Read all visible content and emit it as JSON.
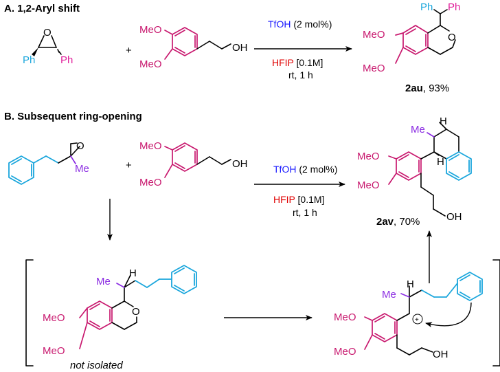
{
  "section_a": {
    "title": "A. 1,2-Aryl shift",
    "epoxide": {
      "ph_left": "Ph",
      "ph_right": "Ph",
      "o": "O"
    },
    "plus": "+",
    "alcohol": {
      "meo_top": "MeO",
      "meo_bottom": "MeO",
      "oh": "OH"
    },
    "conditions": {
      "catalyst": "TfOH",
      "catalyst_loading": "(2 mol%)",
      "solvent": "HFIP",
      "concentration": "[0.1M]",
      "temp_time": "rt, 1 h"
    },
    "product": {
      "ph_left": "Ph",
      "ph_right": "Ph",
      "meo_top": "MeO",
      "meo_bottom": "MeO",
      "o": "O",
      "label": "2au",
      "yield": ", 93%"
    }
  },
  "section_b": {
    "title": "B. Subsequent ring-opening",
    "epoxide": {
      "o": "O",
      "me": "Me"
    },
    "plus": "+",
    "alcohol": {
      "meo_top": "MeO",
      "meo_bottom": "MeO",
      "oh": "OH"
    },
    "conditions": {
      "catalyst": "TfOH",
      "catalyst_loading": "(2 mol%)",
      "solvent": "HFIP",
      "concentration": "[0.1M]",
      "temp_time": "rt, 1 h"
    },
    "product": {
      "me": "Me",
      "h_top": "H",
      "h_mid": "H",
      "meo_top": "MeO",
      "meo_bottom": "MeO",
      "oh": "OH",
      "label": "2av",
      "yield": ", 70%"
    },
    "intermediate": {
      "me": "Me",
      "h": "H",
      "meo_top": "MeO",
      "meo_bottom": "MeO",
      "o": "O",
      "note": "not isolated"
    },
    "cation": {
      "me": "Me",
      "h": "H",
      "charge": "+",
      "meo_top": "MeO",
      "meo_bottom": "MeO",
      "oh": "OH"
    }
  },
  "colors": {
    "magenta": "#c8186e",
    "cyan": "#1aa6dc",
    "purple": "#8a2be2",
    "pink": "#e0209b",
    "blue": "#1a1aff",
    "red": "#e00000"
  }
}
